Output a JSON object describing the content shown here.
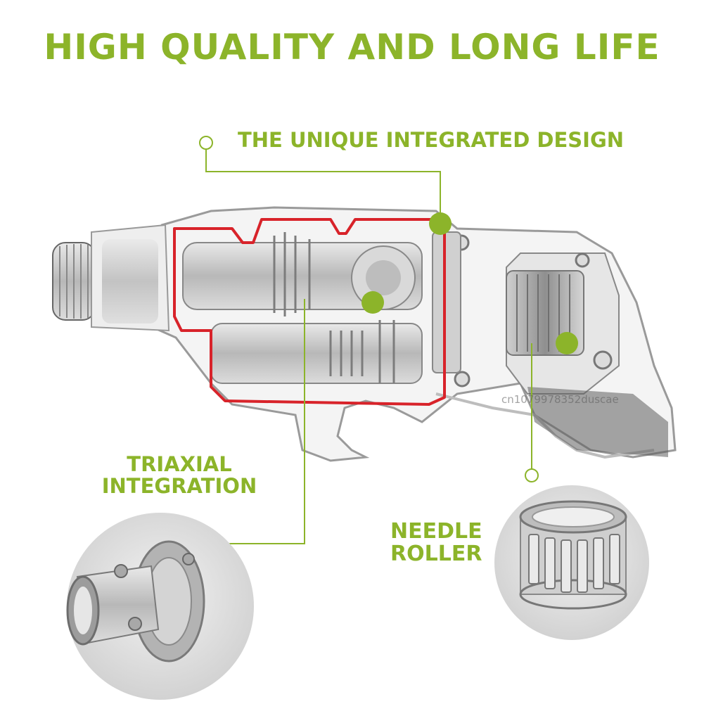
{
  "header": {
    "title": "HIGH QUALITY AND LONG LIFE"
  },
  "callouts": {
    "design": "THE UNIQUE INTEGRATED DESIGN",
    "triaxial_line1": "TRIAXIAL",
    "triaxial_line2": "INTEGRATION",
    "needle_line1": "NEEDLE",
    "needle_line2": "ROLLER"
  },
  "watermark": "cn1079978352duscae",
  "colors": {
    "accent": "#8cb42a",
    "outline": "#d8232a"
  }
}
